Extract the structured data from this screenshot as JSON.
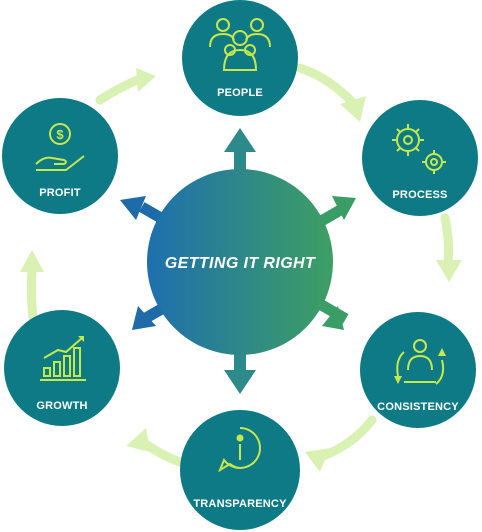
{
  "center": {
    "title": "GETTING IT RIGHT"
  },
  "nodes": [
    {
      "key": "people",
      "label": "PEOPLE",
      "icon": "people-icon"
    },
    {
      "key": "process",
      "label": "PROCESS",
      "icon": "gears-icon"
    },
    {
      "key": "consistency",
      "label": "CONSISTENCY",
      "icon": "person-cycle-icon"
    },
    {
      "key": "transparency",
      "label": "TRANSPARENCY",
      "icon": "info-bubble-icon"
    },
    {
      "key": "growth",
      "label": "GROWTH",
      "icon": "bar-chart-growth-icon"
    },
    {
      "key": "profit",
      "label": "PROFIT",
      "icon": "hand-dollar-icon"
    }
  ],
  "colors": {
    "node_fill": "#0e7a86",
    "icon_stroke": "#c5e84a",
    "ring_arrow": "#d9f2b4",
    "center_left": "#1e6fae",
    "center_right": "#3d9f63",
    "spoke_teal": "#2d8a8a",
    "spoke_blue": "#1f6aa8",
    "spoke_green": "#3a9d66"
  }
}
